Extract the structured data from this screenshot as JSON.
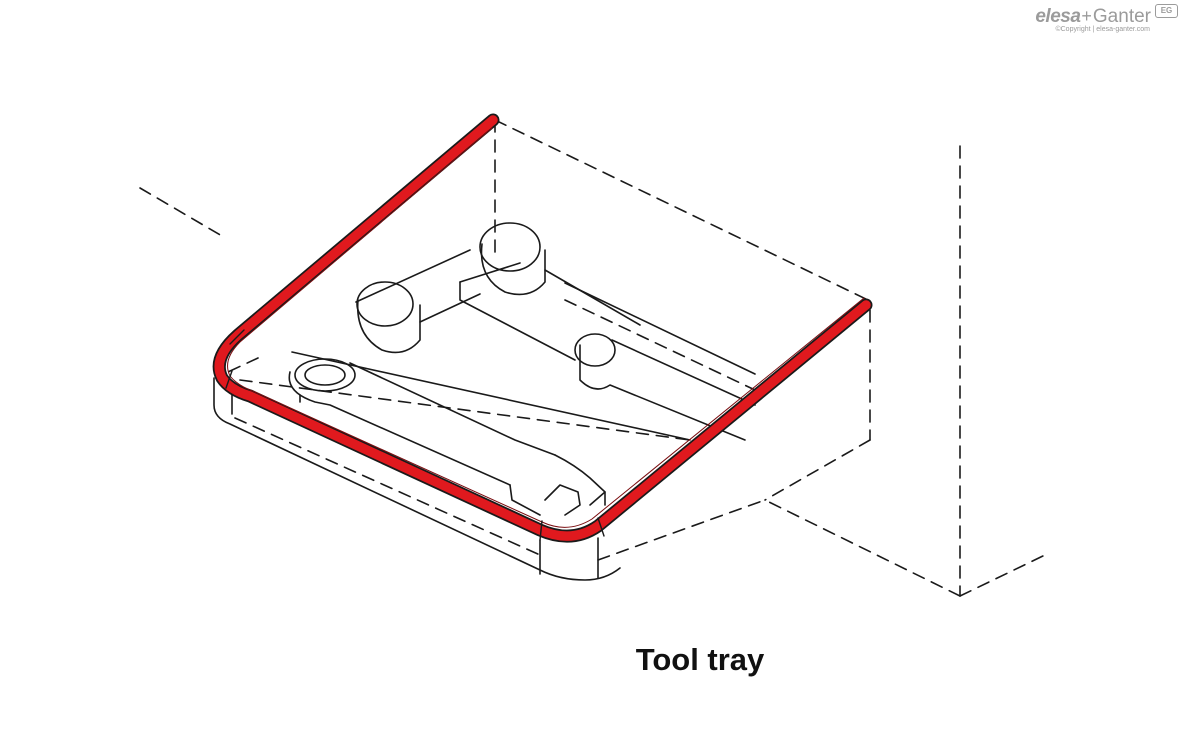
{
  "caption": "Tool tray",
  "logo": {
    "brand_left": "elesa",
    "plus": "+",
    "brand_right": "Ganter",
    "badge": "EG",
    "copyright": "©Copyright | elesa-ganter.com"
  },
  "icons": [
    "tool-tray-illustration",
    "wrench-icon",
    "hex-key-icon",
    "red-edge-trim"
  ],
  "colors": {
    "edge_trim": "#e0191e",
    "line": "#1a1a1a",
    "logo_gray": "#9b9b9b"
  }
}
